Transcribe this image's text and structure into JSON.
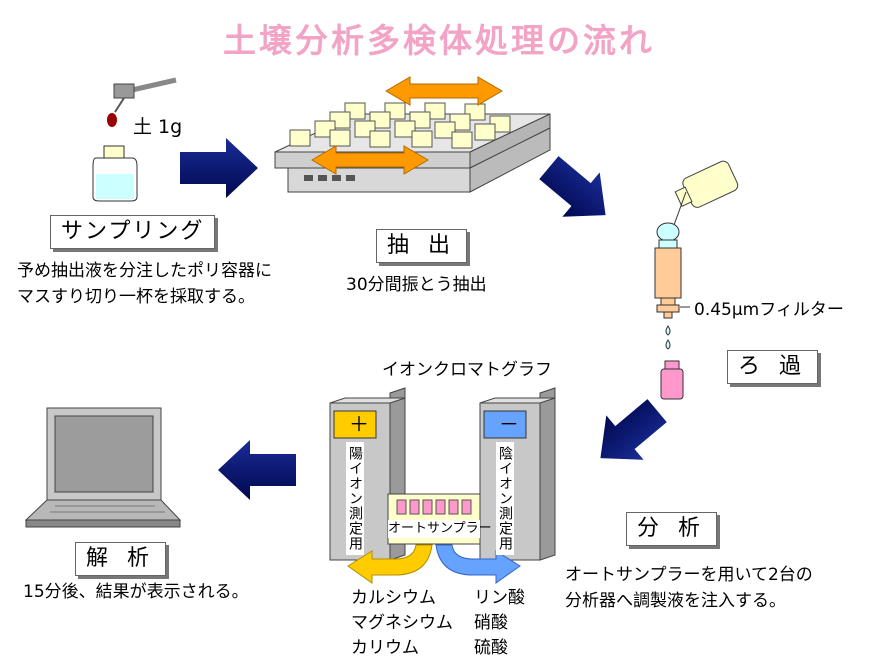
{
  "title": "土壌分析多検体処理の流れ",
  "soil_label": "土 1g",
  "stages": {
    "sampling": {
      "label": "サンプリング",
      "desc": [
        "予め抽出液を分注したポリ容器に",
        "マスすり切り一杯を採取する。"
      ]
    },
    "extraction": {
      "label": "抽 出",
      "desc": "30分間振とう抽出"
    },
    "filtration": {
      "label": "ろ 過",
      "filter_label": "0.45μmフィルター"
    },
    "analysis": {
      "label": "分 析",
      "desc": [
        "オートサンプラーを用いて2台の",
        "分析器へ調製液を注入する。"
      ]
    },
    "evaluation": {
      "label": "解 析",
      "desc": "15分後、結果が表示される。"
    }
  },
  "chromatograph": {
    "title": "イオンクロマトグラフ",
    "cation_sign": "＋",
    "anion_sign": "－",
    "cation_label": "陽イオン測定用",
    "anion_label": "陰イオン測定用",
    "autosampler_label": "オートサンプラー",
    "cations": [
      "カルシウム",
      "マグネシウム",
      "カリウム"
    ],
    "anions": [
      "リン酸",
      "硝酸",
      "硫酸"
    ]
  },
  "colors": {
    "title": "#f2a3c6",
    "arrow_navy": "#0a1e78",
    "orange": "#ff9900",
    "cation_box": "#ffcc00",
    "anion_box": "#66a3ff",
    "machine_gray": "#c8c8c8",
    "bottle_cream": "#ffffcc",
    "liquid": "#ccffff",
    "pink_vial": "#ff99cc",
    "filter_tan": "#ffcc99"
  }
}
